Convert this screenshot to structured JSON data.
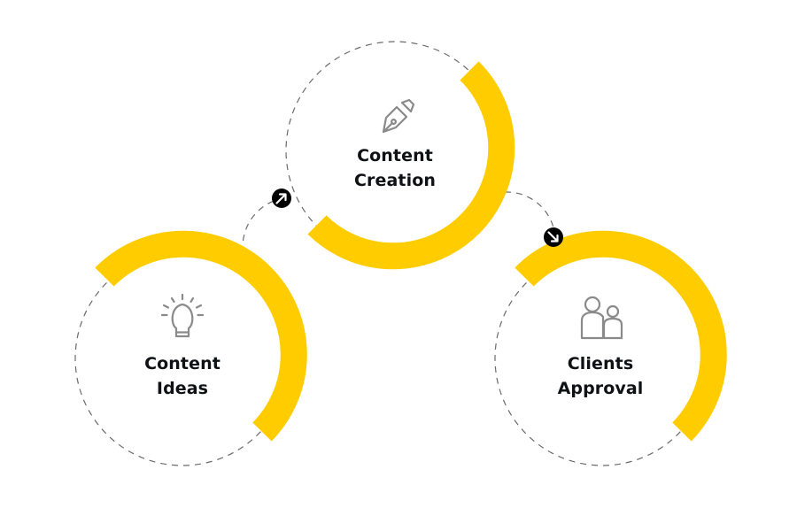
{
  "colors": {
    "accent": "#FFCC00",
    "dashed_ring": "#6b6b6b",
    "icon": "#8a8a8a",
    "text": "#0f1115",
    "arrow_badge": "#000000"
  },
  "steps": [
    {
      "id": "ideas",
      "line1": "Content",
      "line2": "Ideas",
      "icon": "lightbulb-icon"
    },
    {
      "id": "creation",
      "line1": "Content",
      "line2": "Creation",
      "icon": "fountain-pen-nib-icon"
    },
    {
      "id": "approval",
      "line1": "Clients",
      "line2": "Approval",
      "icon": "people-icon"
    }
  ],
  "connectors": [
    {
      "from": "ideas",
      "to": "creation",
      "icon": "arrow-right-icon"
    },
    {
      "from": "creation",
      "to": "approval",
      "icon": "arrow-down-icon"
    }
  ]
}
